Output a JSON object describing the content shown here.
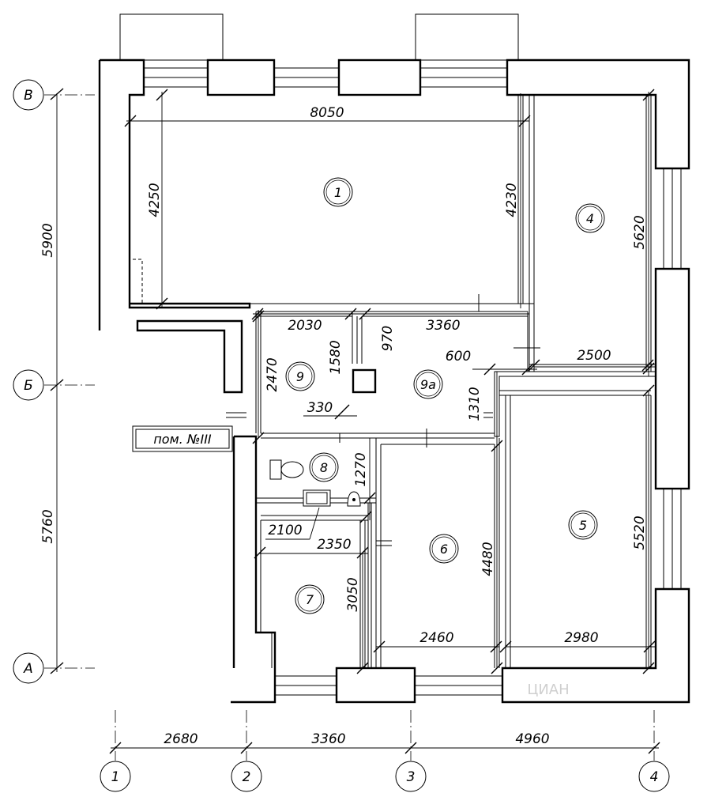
{
  "rooms": [
    "1",
    "4",
    "9",
    "9а",
    "8",
    "6",
    "5",
    "7"
  ],
  "label": "пом. №III",
  "dimensions": {
    "room1_width": "8050",
    "room1_left_height": "4250",
    "room1_right_height": "4230",
    "room4_height": "5620",
    "room9_width": "2030",
    "room9_height": "2470",
    "room9_inner": "1580",
    "room9a_width": "3360",
    "room9a_inner": "970",
    "room9a_600": "600",
    "room9a_330": "330",
    "room9a_1310": "1310",
    "room5_top": "2500",
    "room5_height": "5520",
    "room5_bottom": "2980",
    "room8_height": "1270",
    "room8_2100": "2100",
    "room7_width": "2350",
    "room7_height": "3050",
    "room6_height": "4480",
    "room6_bottom": "2460"
  },
  "axes": {
    "rows": [
      "В",
      "Б",
      "А"
    ],
    "cols": [
      "1",
      "2",
      "3",
      "4"
    ],
    "row_dims": [
      "5900",
      "5760"
    ],
    "col_dims": [
      "2680",
      "3360",
      "4960"
    ]
  },
  "watermark": "ЦИАН"
}
